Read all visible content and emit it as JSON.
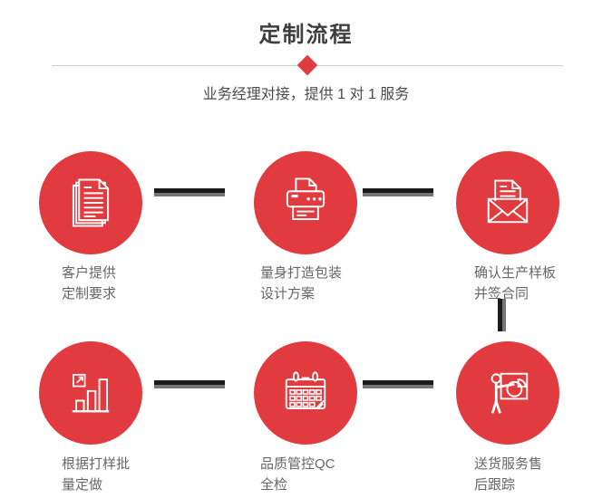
{
  "header": {
    "title": "定制流程",
    "subtitle": "业务经理对接，提供 1 对 1 服务"
  },
  "colors": {
    "accent_red": "#e23b3f",
    "connector_black": "#1b1b1b",
    "connector_gray": "#757575",
    "divider_gray": "#cfcfcf",
    "title_text": "#3e3e3e",
    "label_text": "#666666",
    "icon_stroke": "#ffffff"
  },
  "steps": [
    {
      "icon": "documents-icon",
      "lines": [
        "客户提供",
        "定制要求"
      ]
    },
    {
      "icon": "printer-icon",
      "lines": [
        "量身打造包装",
        "设计方案"
      ]
    },
    {
      "icon": "envelope-icon",
      "lines": [
        "确认生产样板",
        "并签合同"
      ]
    },
    {
      "icon": "bar-chart-icon",
      "lines": [
        "根据打样批",
        "量定做"
      ]
    },
    {
      "icon": "calendar-icon",
      "lines": [
        "品质管控QC",
        "全检"
      ]
    },
    {
      "icon": "presentation-icon",
      "lines": [
        "送货服务售",
        "后跟踪"
      ]
    }
  ]
}
